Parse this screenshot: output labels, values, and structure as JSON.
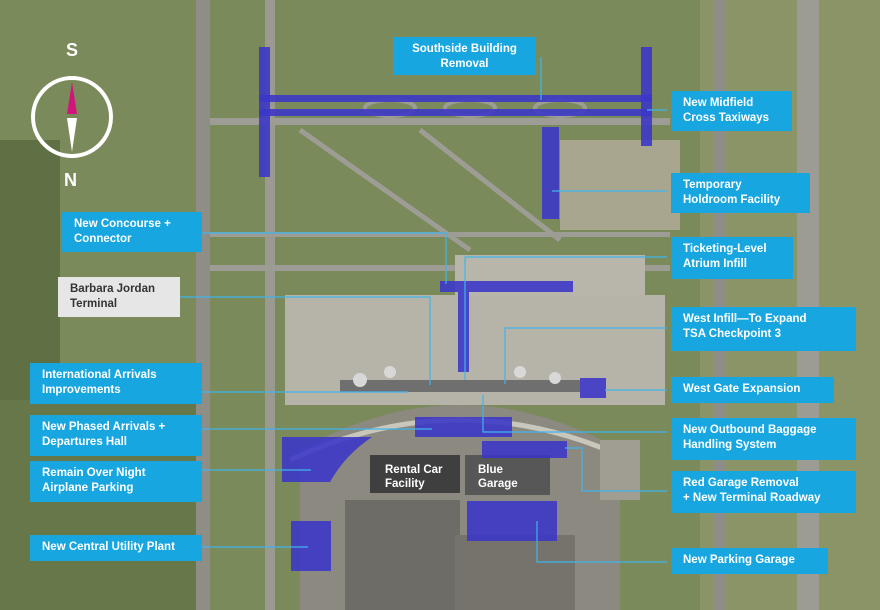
{
  "compass": {
    "top_letter": "S",
    "bottom_letter": "N"
  },
  "labels": {
    "southside": "Southside Building\nRemoval",
    "midfield": "New Midfield\nCross Taxiways",
    "holdroom": "Temporary\nHoldroom Facility",
    "concourse": "New Concourse +\nConnector",
    "ticketing": "Ticketing-Level\nAtrium Infill",
    "terminal": "Barbara Jordan\nTerminal",
    "west_infill": "West Infill—To Expand\nTSA Checkpoint 3",
    "intl_arrivals": "International Arrivals\nImprovements",
    "west_gate": "West Gate Expansion",
    "phased": "New Phased Arrivals +\nDepartures Hall",
    "baggage": "New Outbound Baggage\nHandling System",
    "ron": "Remain Over Night\nAirplane Parking",
    "red_garage": "Red Garage Removal\n+ New Terminal Roadway",
    "utility": "New Central Utility Plant",
    "parking": "New Parking Garage"
  },
  "garages": {
    "rental": "Rental Car\nFacility",
    "blue": "Blue\nGarage"
  },
  "colors": {
    "label_bg": "#18a6e0",
    "project_fill": "#3a35c8",
    "leader": "#3fb5ec",
    "terminal_label_bg": "#e6e6e6"
  }
}
